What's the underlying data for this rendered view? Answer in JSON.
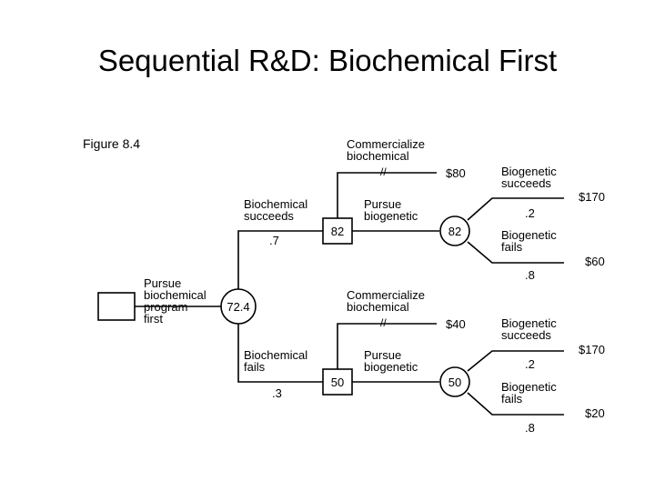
{
  "title": "Sequential R&D: Biochemical First",
  "figure_label": "Figure 8.4",
  "labels": {
    "pursue_biochemical_first": "Pursue\nbiochemical\nprogram\nfirst",
    "biochemical_succeeds": "Biochemical\nsucceeds",
    "biochemical_fails": "Biochemical\nfails",
    "commercialize_biochemical_top": "Commercialize\nbiochemical",
    "commercialize_biochemical_bottom": "Commercialize\nbiochemical",
    "pursue_biogenetic_top": "Pursue\nbiogenetic",
    "pursue_biogenetic_bottom": "Pursue\nbiogenetic",
    "biogenetic_succeeds_top": "Biogenetic\nsucceeds",
    "biogenetic_fails_top": "Biogenetic\nfails",
    "biogenetic_succeeds_bottom": "Biogenetic\nsucceeds",
    "biogenetic_fails_bottom": "Biogenetic\nfails"
  },
  "node_values": {
    "root_chance": "72.4",
    "decision_top": "82",
    "decision_bottom": "50",
    "chance_top": "82",
    "chance_bottom": "50"
  },
  "probabilities": {
    "biochemical_succeeds": ".7",
    "biochemical_fails": ".3",
    "biogenetic_succeeds_top": ".2",
    "biogenetic_fails_top": ".8",
    "biogenetic_succeeds_bottom": ".2",
    "biogenetic_fails_bottom": ".8"
  },
  "payoffs": {
    "commercialize_top": "$80",
    "biogenetic_succeeds_top": "$170",
    "biogenetic_fails_top": "$60",
    "commercialize_bottom": "$40",
    "biogenetic_succeeds_bottom": "$170",
    "biogenetic_fails_bottom": "$20"
  },
  "pruned_marker": "//"
}
